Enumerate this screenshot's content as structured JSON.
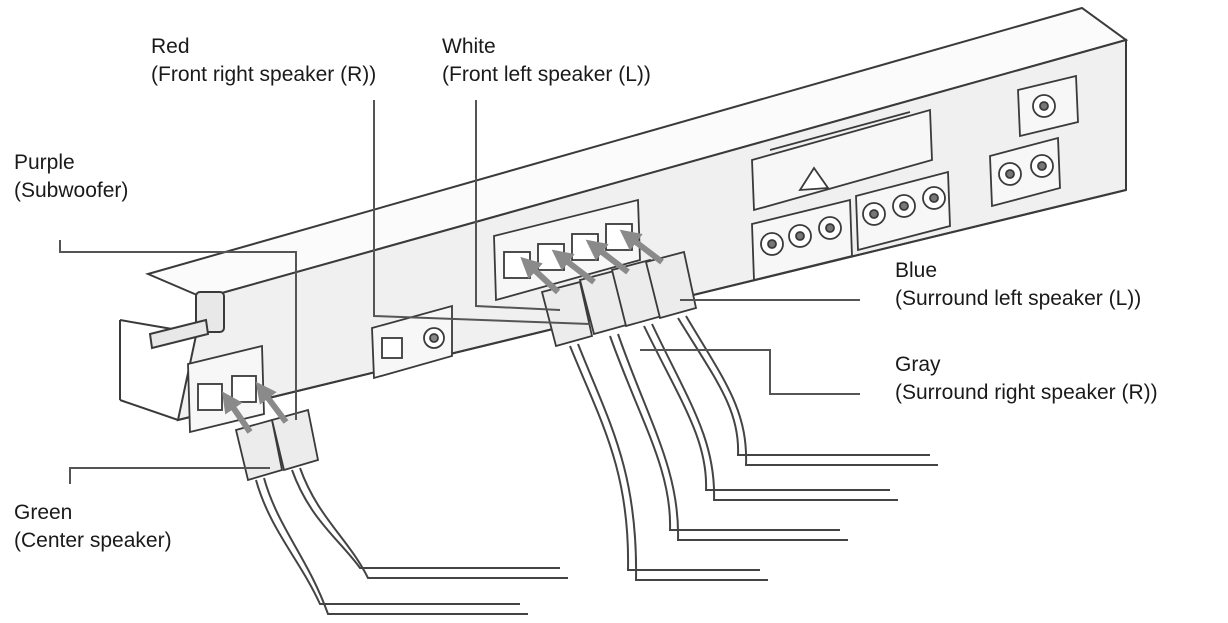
{
  "labels": {
    "red": {
      "color": "Red",
      "desc": "(Front right speaker (R))"
    },
    "white": {
      "color": "White",
      "desc": "(Front left speaker (L))"
    },
    "purple": {
      "color": "Purple",
      "desc": "(Subwoofer)"
    },
    "blue": {
      "color": "Blue",
      "desc": "(Surround left speaker (L))"
    },
    "gray": {
      "color": "Gray",
      "desc": "(Surround right speaker (R))"
    },
    "green": {
      "color": "Green",
      "desc": "(Center speaker)"
    }
  },
  "palette": {
    "line": "#555555",
    "panel": "#eeeeee",
    "arrow": "#8a8a8a"
  }
}
